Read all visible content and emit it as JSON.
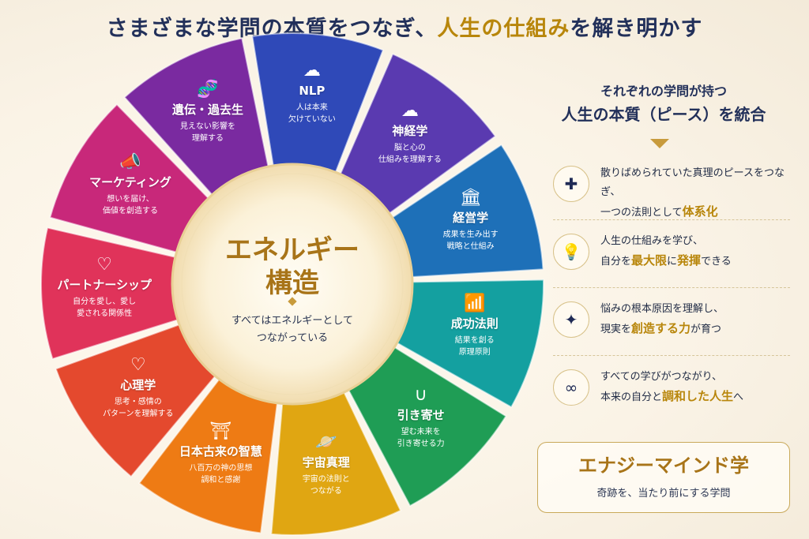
{
  "headline": {
    "part1": "さまざまな学問の本質をつなぎ、",
    "part2": "人生の仕組み",
    "part3": "を解き明かす"
  },
  "center": {
    "title_line1": "エネルギー",
    "title_line2": "構造",
    "sub_line1": "すべてはエネルギーとして",
    "sub_line2": "つながっている"
  },
  "segments": [
    {
      "title": "NLP",
      "sub": "人は本来\n欠けていない",
      "icon": "brain-icon",
      "glyph": "☁",
      "color": "#2f49b8"
    },
    {
      "title": "神経学",
      "sub": "脳と心の\n仕組みを理解する",
      "icon": "brain-icon",
      "glyph": "☁",
      "color": "#5a3ab0"
    },
    {
      "title": "経営学",
      "sub": "成果を生み出す\n戦略と仕組み",
      "icon": "bank-icon",
      "glyph": "🏛",
      "color": "#1e70b8"
    },
    {
      "title": "成功法則",
      "sub": "結果を創る\n原理原則",
      "icon": "growth-chart-icon",
      "glyph": "📶",
      "color": "#14a0a0"
    },
    {
      "title": "引き寄せ",
      "sub": "望む未来を\n引き寄せる力",
      "icon": "magnet-icon",
      "glyph": "∪",
      "color": "#1f9d55"
    },
    {
      "title": "宇宙真理",
      "sub": "宇宙の法則と\nつながる",
      "icon": "planet-icon",
      "glyph": "🪐",
      "color": "#e0a612"
    },
    {
      "title": "日本古来の智慧",
      "sub": "八百万の神の思想\n調和と感謝",
      "icon": "torii-icon",
      "glyph": "⛩",
      "color": "#ee7b14"
    },
    {
      "title": "心理学",
      "sub": "思考・感情の\nパターンを理解する",
      "icon": "mind-heart-icon",
      "glyph": "♡",
      "color": "#e4492e"
    },
    {
      "title": "パートナーシップ",
      "sub": "自分を愛し、愛し\n愛される関係性",
      "icon": "couple-heart-icon",
      "glyph": "♡",
      "color": "#e0335a"
    },
    {
      "title": "マーケティング",
      "sub": "想いを届け、\n価値を創造する",
      "icon": "megaphone-icon",
      "glyph": "📣",
      "color": "#c8287a"
    },
    {
      "title": "遺伝・過去生",
      "sub": "見えない影響を\n理解する",
      "icon": "dna-icon",
      "glyph": "🧬",
      "color": "#7a2aa0"
    }
  ],
  "right_panel": {
    "heading_line1": "それぞれの学問が持つ",
    "heading_line2": "人生の本質（ピース）を統合",
    "items": [
      {
        "icon": "puzzle-icon",
        "glyph": "✚",
        "line1": "散りばめられていた真理のピースをつなぎ、",
        "line2_pre": "一つの法則として",
        "hl1": "体系化",
        "line2_mid": "",
        "hl2": "",
        "line2_post": ""
      },
      {
        "icon": "lightbulb-icon",
        "glyph": "💡",
        "line1": "人生の仕組みを学び、",
        "line2_pre": "自分を",
        "hl1": "最大限",
        "line2_mid": "に",
        "hl2": "発揮",
        "line2_post": "できる"
      },
      {
        "icon": "star-person-icon",
        "glyph": "✦",
        "line1": "悩みの根本原因を理解し、",
        "line2_pre": "現実を",
        "hl1": "創造する力",
        "line2_mid": "が育つ",
        "hl2": "",
        "line2_post": ""
      },
      {
        "icon": "infinity-icon",
        "glyph": "∞",
        "line1": "すべての学びがつながり、",
        "line2_pre": "本来の自分と",
        "hl1": "調和した人生",
        "line2_mid": "へ",
        "hl2": "",
        "line2_post": ""
      }
    ]
  },
  "brand": {
    "title": "エナジーマインド学",
    "tagline": "奇跡を、当たり前にする学問"
  }
}
